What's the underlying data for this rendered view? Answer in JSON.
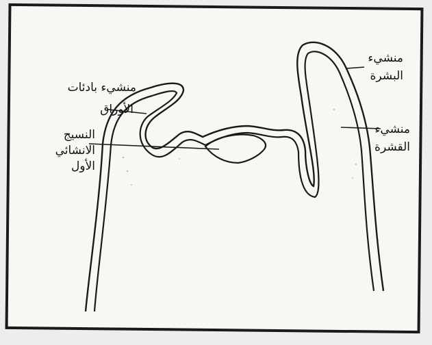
{
  "labels": {
    "leaf_primordium": {
      "line1": "منشيء بادئات",
      "line2": "الأوراق"
    },
    "primary_tissue": {
      "line1": "النسيج",
      "line2": "الانشائي",
      "line3": "الأول"
    },
    "epidermis_origin": {
      "line1": "منشيء",
      "line2": "البشرة"
    },
    "cortex_origin": {
      "line1": "منشيء",
      "line2": "القشرة"
    }
  }
}
